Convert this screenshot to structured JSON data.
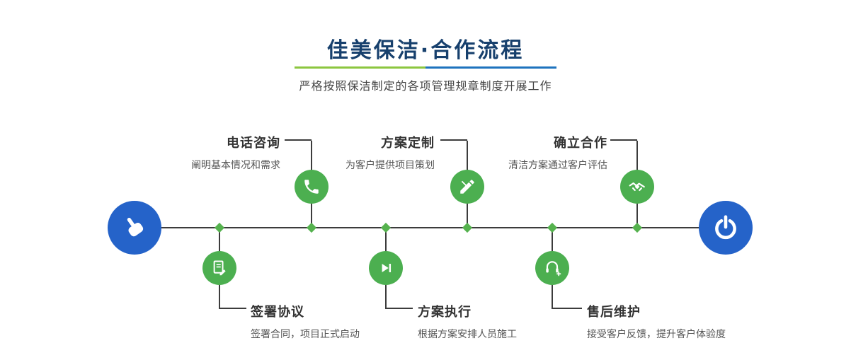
{
  "header": {
    "title": "佳美保洁·合作流程",
    "subtitle": "严格按照保洁制定的各项管理规章制度开展工作"
  },
  "timeline": {
    "start_icon": "pointer-hand-icon",
    "end_icon": "power-icon"
  },
  "steps": {
    "top": [
      {
        "title": "电话咨询",
        "desc": "阐明基本情况和需求",
        "icon": "phone-icon"
      },
      {
        "title": "方案定制",
        "desc": "为客户提供项目策划",
        "icon": "pen-icon"
      },
      {
        "title": "确立合作",
        "desc": "清洁方案通过客户评估",
        "icon": "handshake-icon"
      }
    ],
    "bottom": [
      {
        "title": "签署协议",
        "desc": "签署合同，项目正式启动",
        "icon": "contract-icon"
      },
      {
        "title": "方案执行",
        "desc": "根据方案安排人员施工",
        "icon": "play-icon"
      },
      {
        "title": "售后维护",
        "desc": "接受客户反馈，提升客户体验度",
        "icon": "headset-icon"
      }
    ]
  },
  "colors": {
    "title_navy": "#17406d",
    "divider_green": "#8cc63f",
    "divider_blue": "#1e73be",
    "node_green": "#4caf50",
    "diamond_green": "#55b24e",
    "endpoint_blue": "#2563c9",
    "line_dark": "#3c3c3c"
  }
}
